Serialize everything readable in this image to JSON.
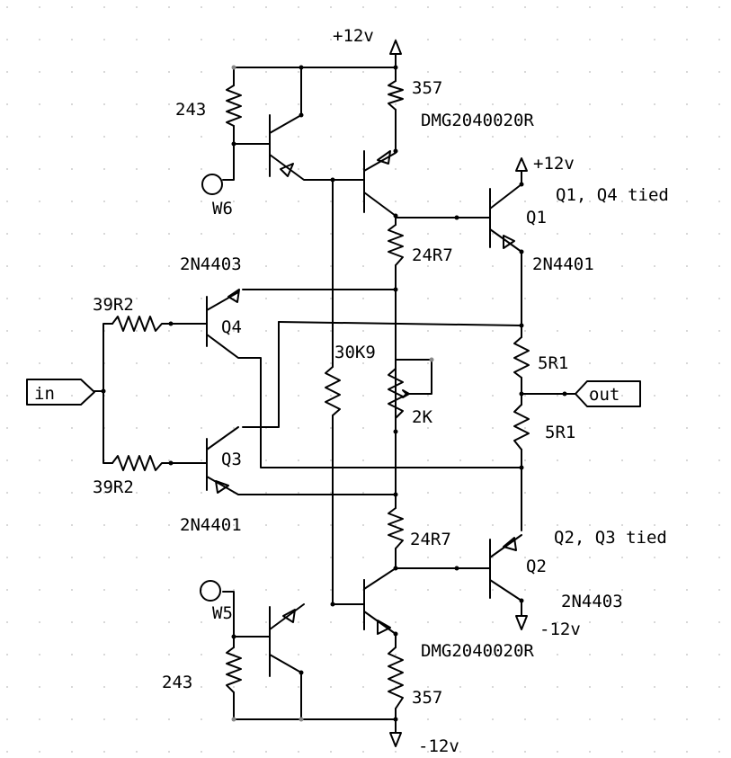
{
  "schematic": {
    "supplies": {
      "vpos_top": "+12v",
      "vpos_q1": "+12v",
      "vneg_q2": "-12v",
      "vneg_bottom": "-12v"
    },
    "resistors": {
      "r_top_left": "243",
      "r_top_right": "357",
      "r_emit_top": "24R7",
      "r_emit_bottom": "24R7",
      "r_input_top": "39R2",
      "r_input_bottom": "39R2",
      "r_bias": "30K9",
      "pot": "2K",
      "r_out_top": "5R1",
      "r_out_bottom": "5R1",
      "r_bot_left": "243",
      "r_bot_right": "357"
    },
    "transistors": {
      "top_driver_part": "DMG2040020R",
      "bottom_driver_part": "DMG2040020R",
      "q1_name": "Q1",
      "q1_part": "2N4401",
      "q1_note": "Q1, Q4 tied",
      "q2_name": "Q2",
      "q2_part": "2N4403",
      "q2_note": "Q2, Q3 tied",
      "q3_name": "Q3",
      "q3_part": "2N4401",
      "q4_name": "Q4",
      "q4_part": "2N4403"
    },
    "test_points": {
      "top": "W6",
      "bottom": "W5"
    },
    "ports": {
      "input": "in",
      "output": "out"
    }
  }
}
